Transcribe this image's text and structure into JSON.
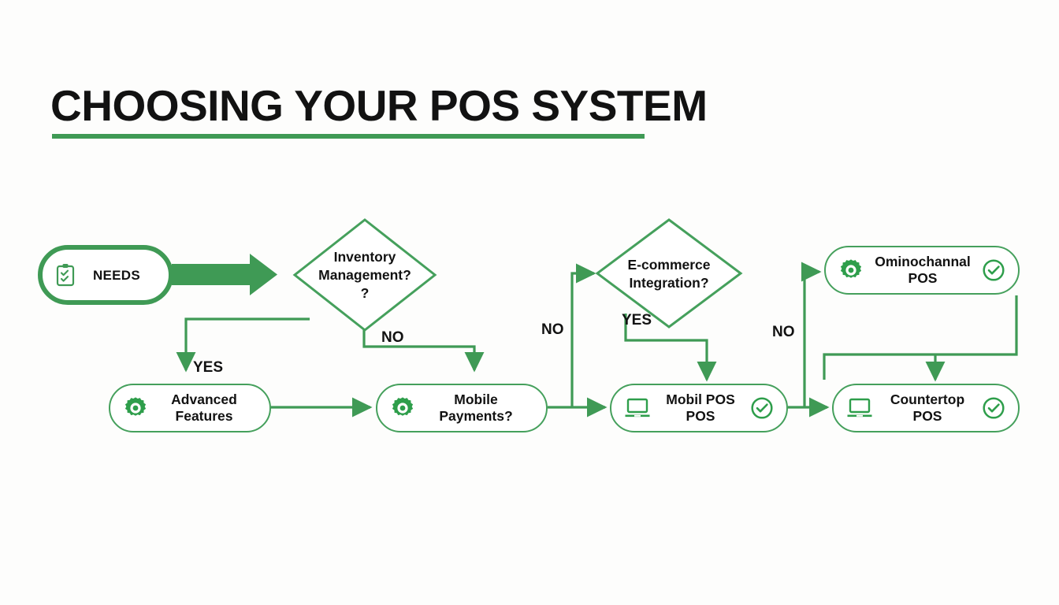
{
  "title": {
    "text": "CHOOSING YOUR POS SYSTEM",
    "accent_color": "#3f9a55"
  },
  "theme": {
    "background": "#fdfdfc",
    "node_border": "#45a05c",
    "connector": "#3f9a55",
    "arrow_thick": "#3f9a55",
    "text": "#121212"
  },
  "nodes": {
    "needs": {
      "label": "NEEDS",
      "icon": "clipboard-check-icon",
      "shape": "pill"
    },
    "inventory": {
      "label": "Inventory\nManagement?\n?",
      "shape": "diamond"
    },
    "advanced_features": {
      "label": "Advanced\nFeatures",
      "icon": "gear-icon",
      "shape": "pill"
    },
    "mobile_payments": {
      "label": "Mobile\nPayments?",
      "icon": "gear-icon",
      "shape": "pill"
    },
    "ecommerce": {
      "label": "E-commerce\nIntegration?",
      "shape": "diamond"
    },
    "mobile_pos": {
      "label": "Mobil  POS\nPOS",
      "icon": "laptop-icon",
      "icon_end": "check-circle-icon",
      "shape": "pill"
    },
    "omnichannel_pos": {
      "label": "Ominochannal\nPOS",
      "icon": "gear-icon",
      "icon_end": "check-circle-icon",
      "shape": "pill"
    },
    "countertop_pos": {
      "label": "Countertop\nPOS",
      "icon": "laptop-icon",
      "icon_end": "check-circle-icon",
      "shape": "pill"
    }
  },
  "edge_labels": {
    "inventory_yes": "YES",
    "inventory_no": "NO",
    "mobile_payments_no": "NO",
    "ecommerce_yes": "YES",
    "mobile_pos_no": "NO"
  }
}
